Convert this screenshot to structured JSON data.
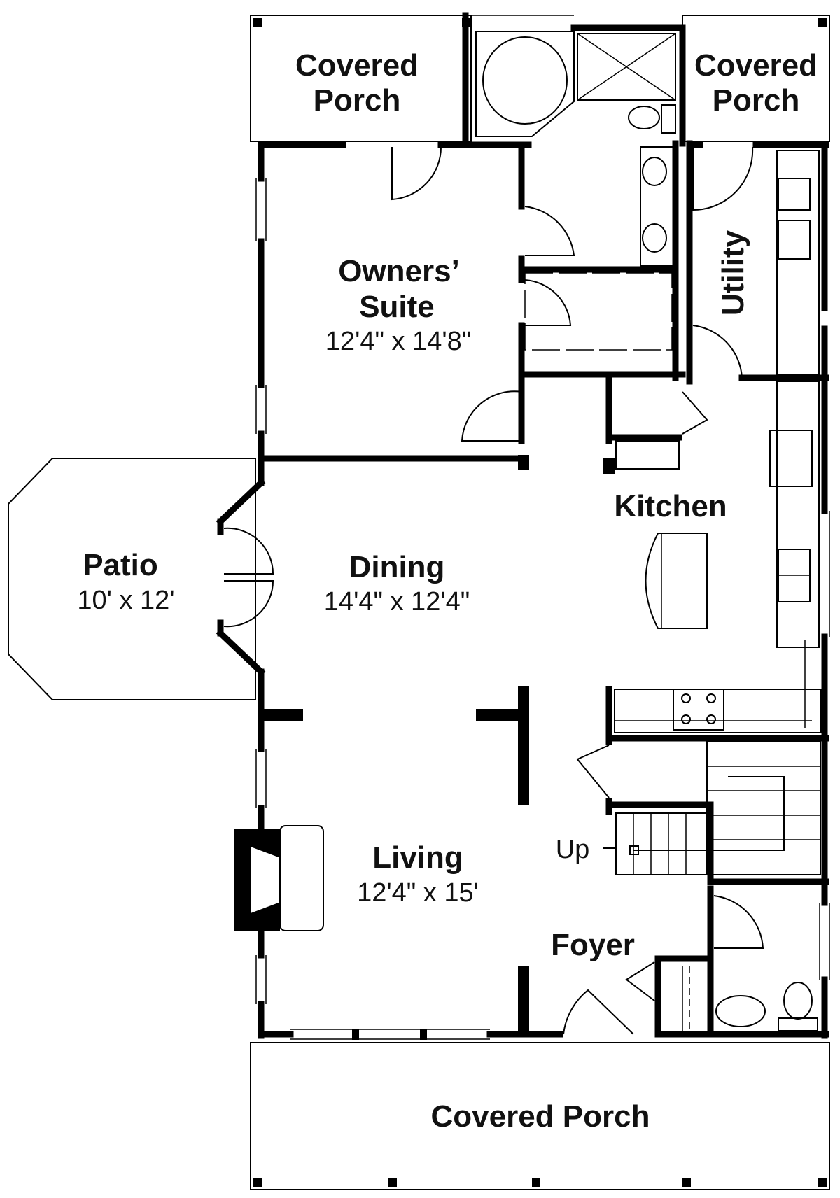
{
  "rooms": {
    "porch_top_left": {
      "name_line1": "Covered",
      "name_line2": "Porch"
    },
    "porch_top_right": {
      "name_line1": "Covered",
      "name_line2": "Porch"
    },
    "owners_suite": {
      "name_line1": "Owners’",
      "name_line2": "Suite",
      "dimensions": "12'4\" x 14'8\""
    },
    "utility": {
      "name": "Utility"
    },
    "kitchen": {
      "name": "Kitchen"
    },
    "patio": {
      "name": "Patio",
      "dimensions": "10' x 12'"
    },
    "dining": {
      "name": "Dining",
      "dimensions": "14'4\" x 12'4\""
    },
    "living": {
      "name": "Living",
      "dimensions": "12'4\" x 15'"
    },
    "foyer": {
      "name": "Foyer"
    },
    "porch_bottom": {
      "name": "Covered Porch"
    }
  },
  "stairs": {
    "label": "Up"
  }
}
